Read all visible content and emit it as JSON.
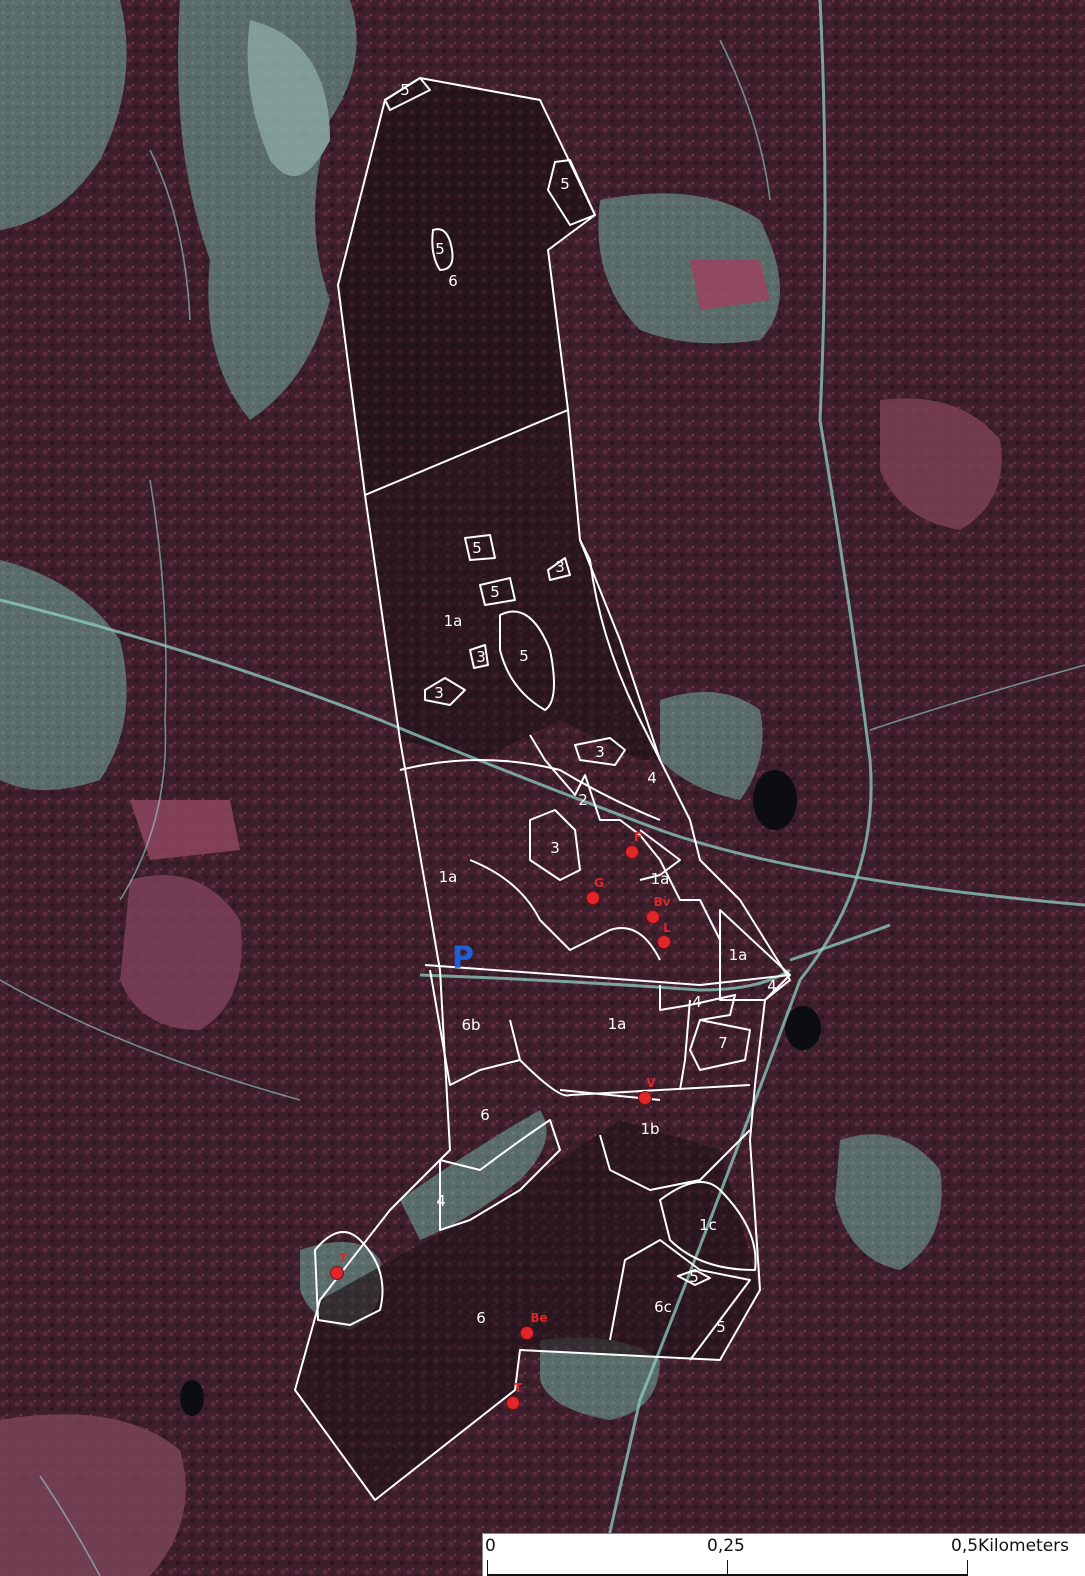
{
  "map": {
    "zone_labels": [
      "5",
      "5",
      "5",
      "6",
      "5",
      "3",
      "5",
      "1a",
      "3",
      "5",
      "3",
      "3",
      "4",
      "2",
      "3",
      "1a",
      "1a",
      "1a",
      "4",
      "6b",
      "1a",
      "4",
      "7",
      "6",
      "1b",
      "4",
      "1c",
      "5",
      "6c",
      "5",
      "6"
    ],
    "poi_labels": [
      "F",
      "G",
      "Bv",
      "L",
      "V",
      "T",
      "Be",
      "T"
    ],
    "parking_label": "P",
    "colors": {
      "boundary": "#ffffff",
      "poi_marker": "#e0262a",
      "parking": "#1e5fd6"
    }
  },
  "scale_bar": {
    "tick_start": "0",
    "tick_mid": "0,25",
    "tick_end": "0,5",
    "unit": "Kilometers"
  }
}
